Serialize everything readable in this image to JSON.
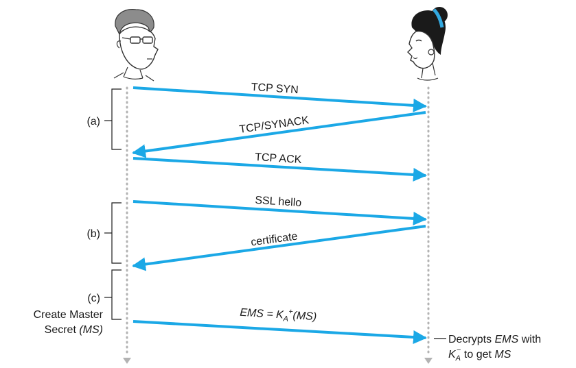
{
  "colors": {
    "arrow": "#1ba8e6",
    "lifeline": "#b3b3b3",
    "text": "#1a1a1a",
    "headband": "#33a9e0"
  },
  "actors": [
    {
      "icon": "man-icon"
    },
    {
      "icon": "woman-icon"
    }
  ],
  "messages": [
    {
      "id": "tcp-syn",
      "label": "TCP SYN",
      "direction": "right"
    },
    {
      "id": "tcp-synack",
      "label": "TCP/SYNACK",
      "direction": "left"
    },
    {
      "id": "tcp-ack",
      "label": "TCP ACK",
      "direction": "right"
    },
    {
      "id": "ssl-hello",
      "label": "SSL hello",
      "direction": "right"
    },
    {
      "id": "certificate",
      "label": "certificate",
      "direction": "left"
    },
    {
      "id": "ems",
      "label_prefix": "EMS = K",
      "label_sub": "A",
      "label_sup": "+",
      "label_suffix": "(MS)",
      "direction": "right"
    }
  ],
  "phases": [
    {
      "id": "a",
      "label": "(a)"
    },
    {
      "id": "b",
      "label": "(b)"
    },
    {
      "id": "c",
      "label": "(c)"
    }
  ],
  "create_master": {
    "line1": "Create Master",
    "line2_plain": "Secret ",
    "line2_italic": "(MS)"
  },
  "decrypt_note": {
    "line1_plain": "Decrypts ",
    "line1_italic": "EMS",
    "line1_end": " with",
    "line2_k": "K",
    "line2_sub": "A",
    "line2_sup": "−",
    "line2_text": " to get ",
    "line2_italic": "MS"
  }
}
